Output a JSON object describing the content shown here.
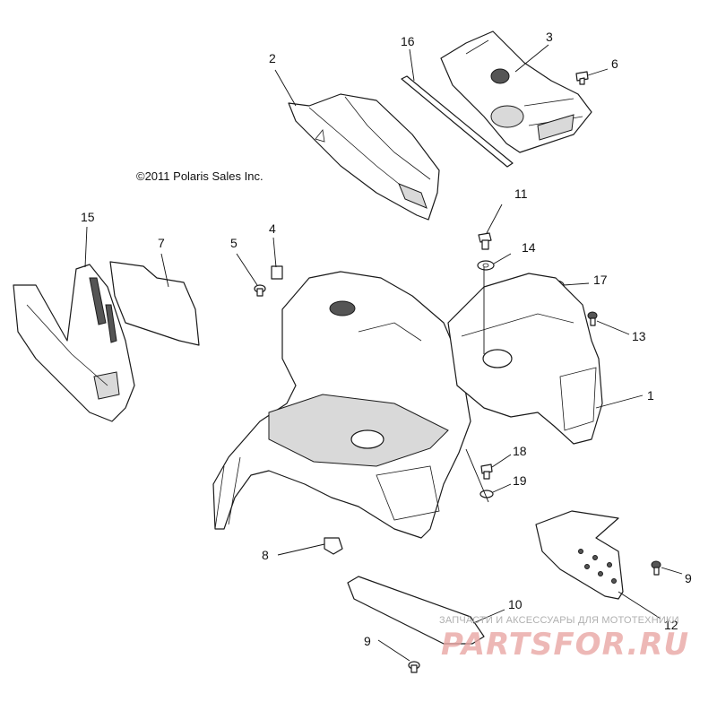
{
  "copyright": "©2011 Polaris Sales Inc.",
  "watermark": {
    "tagline": "ЗАПЧАСТИ И АКСЕССУАРЫ ДЛЯ МОТОТЕХНИКИ",
    "logo": "PARTSFOR.RU",
    "color": "#e9a7a4"
  },
  "callouts": {
    "c1": "1",
    "c2": "2",
    "c3": "3",
    "c4": "4",
    "c5": "5",
    "c6": "6",
    "c7": "7",
    "c8": "8",
    "c9a": "9",
    "c9b": "9",
    "c10": "10",
    "c11": "11",
    "c12": "12",
    "c13": "13",
    "c14": "14",
    "c15": "15",
    "c16": "16",
    "c17": "17",
    "c18": "18",
    "c19": "19"
  }
}
